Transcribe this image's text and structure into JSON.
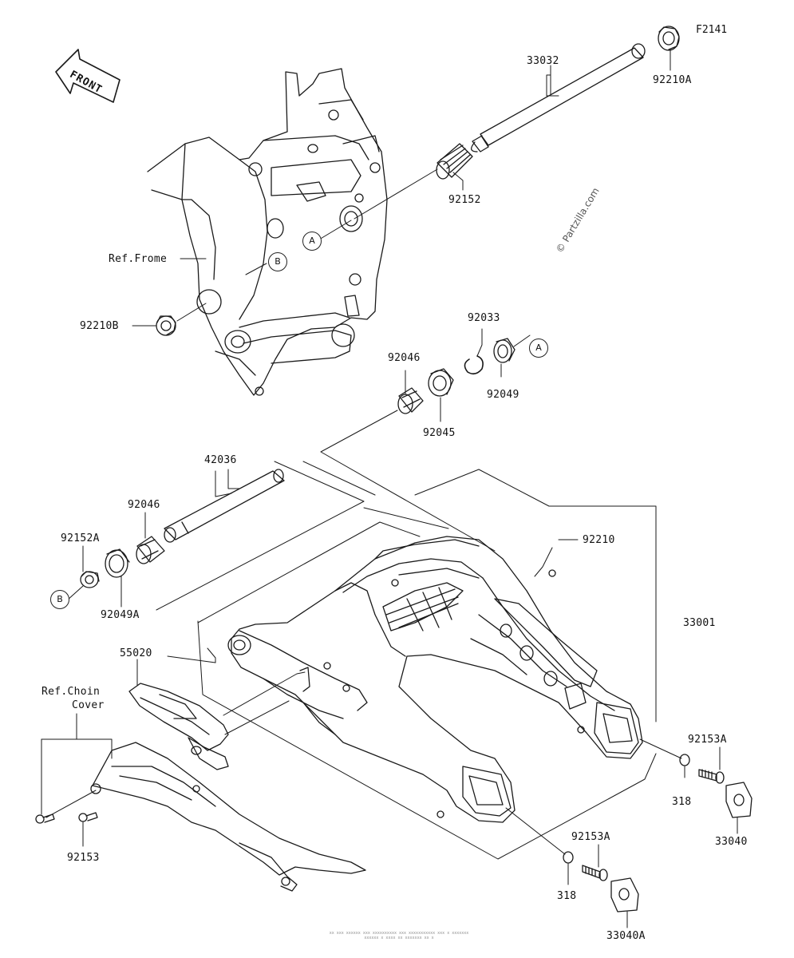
{
  "figure_code": "F2141",
  "front_label": "FRONT",
  "copyright": "© Partzilla.com",
  "footer_lines": [
    "xx xxx xxxxxx xxx xxxxxxxxxx xxx xxxxxxxxxxx xxx x xxxxxxx",
    "xxxxxx x xxxx xx xxxxxxx xx x"
  ],
  "refs": {
    "frame": "Ref.Frome",
    "chain_cover_1": "Ref.Choin",
    "chain_cover_2": "Cover"
  },
  "callouts": {
    "A1": "A",
    "A2": "A",
    "B1": "B",
    "B2": "B"
  },
  "parts": {
    "p33032": "33032",
    "p92210A": "92210A",
    "p92152": "92152",
    "p92210B": "92210B",
    "p92033": "92033",
    "p92046_top": "92046",
    "p92049": "92049",
    "p92045": "92045",
    "p42036": "42036",
    "p92046_mid": "92046",
    "p92152A": "92152A",
    "p92049A": "92049A",
    "p92210": "92210",
    "p33001": "33001",
    "p55020": "55020",
    "p92153A_right": "92153A",
    "p318_right": "318",
    "p33040": "33040",
    "p92153": "92153",
    "p92153A_bottom": "92153A",
    "p318_bottom": "318",
    "p33040A": "33040A"
  }
}
